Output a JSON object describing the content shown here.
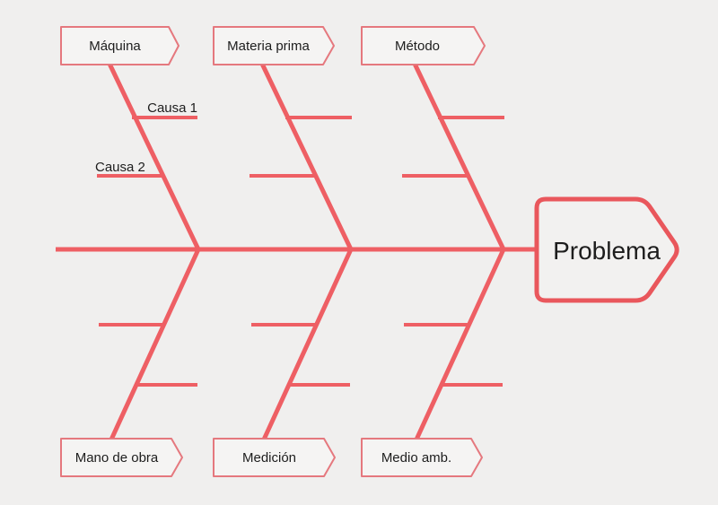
{
  "problem": {
    "label": "Problema"
  },
  "top_categories": [
    {
      "label": "Máquina"
    },
    {
      "label": "Materia prima"
    },
    {
      "label": "Método"
    }
  ],
  "bottom_categories": [
    {
      "label": "Mano de obra"
    },
    {
      "label": "Medición"
    },
    {
      "label": "Medio amb."
    }
  ],
  "causes": [
    {
      "label": "Causa 1"
    },
    {
      "label": "Causa 2"
    }
  ],
  "colors": {
    "background": "#f0efee",
    "bone": "#ee5f64",
    "category_border": "#e5787e",
    "category_fill": "#f5f4f3",
    "problem_border": "#e9575c",
    "problem_fill": "#f2f1f0",
    "text": "#1d1d1d"
  }
}
